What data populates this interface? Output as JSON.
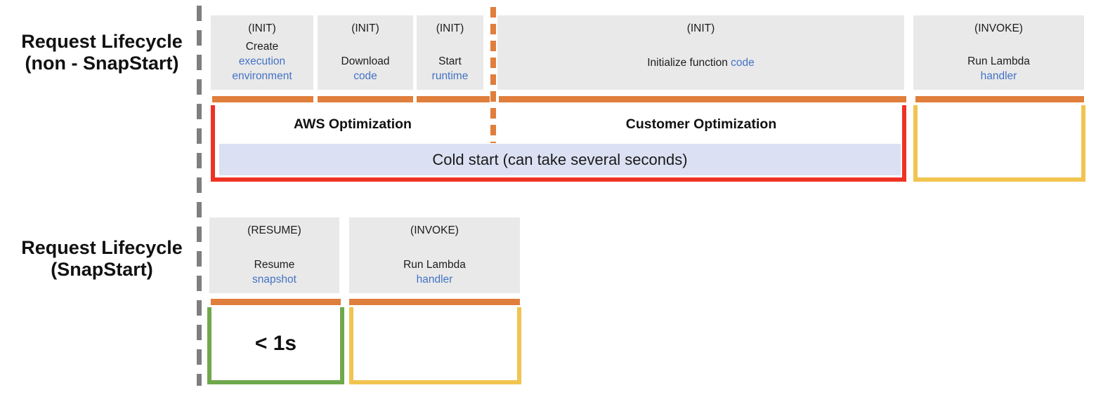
{
  "diagram": {
    "rows": [
      {
        "id": "non-snapstart",
        "label_line1": "Request Lifecycle",
        "label_line2": "(non - SnapStart)",
        "phases": [
          {
            "tag": "(INIT)",
            "text_black": "Create",
            "text_blue": "execution environment"
          },
          {
            "tag": "(INIT)",
            "text_black": "Download",
            "text_blue": "code"
          },
          {
            "tag": "(INIT)",
            "text_black": "Start",
            "text_blue": "runtime"
          },
          {
            "tag": "(INIT)",
            "text_black": "Initialize function",
            "text_blue": "code"
          },
          {
            "tag": "(INVOKE)",
            "text_black": "Run Lambda",
            "text_blue": "handler"
          }
        ],
        "aws_optimization_label": "AWS Optimization",
        "customer_optimization_label": "Customer Optimization",
        "cold_start_label": "Cold start (can take several seconds)"
      },
      {
        "id": "snapstart",
        "label_line1": "Request Lifecycle",
        "label_line2": "(SnapStart)",
        "phases": [
          {
            "tag": "(RESUME)",
            "text_black": "Resume",
            "text_blue": "snapshot"
          },
          {
            "tag": "(INVOKE)",
            "text_black": "Run Lambda",
            "text_blue": "handler"
          }
        ],
        "duration_label": "< 1s"
      }
    ],
    "colors": {
      "phase_box_fill": "#E9E9E9",
      "duration_bar_orange": "#E07E3C",
      "cold_start_frame_red": "#EE3224",
      "invoke_frame_yellow": "#F1C44F",
      "snapstart_frame_green": "#70A84C",
      "cold_start_fill": "#DBE1F3",
      "keyword_blue": "#4472C4",
      "divider_gray": "#7F7F7F"
    }
  }
}
